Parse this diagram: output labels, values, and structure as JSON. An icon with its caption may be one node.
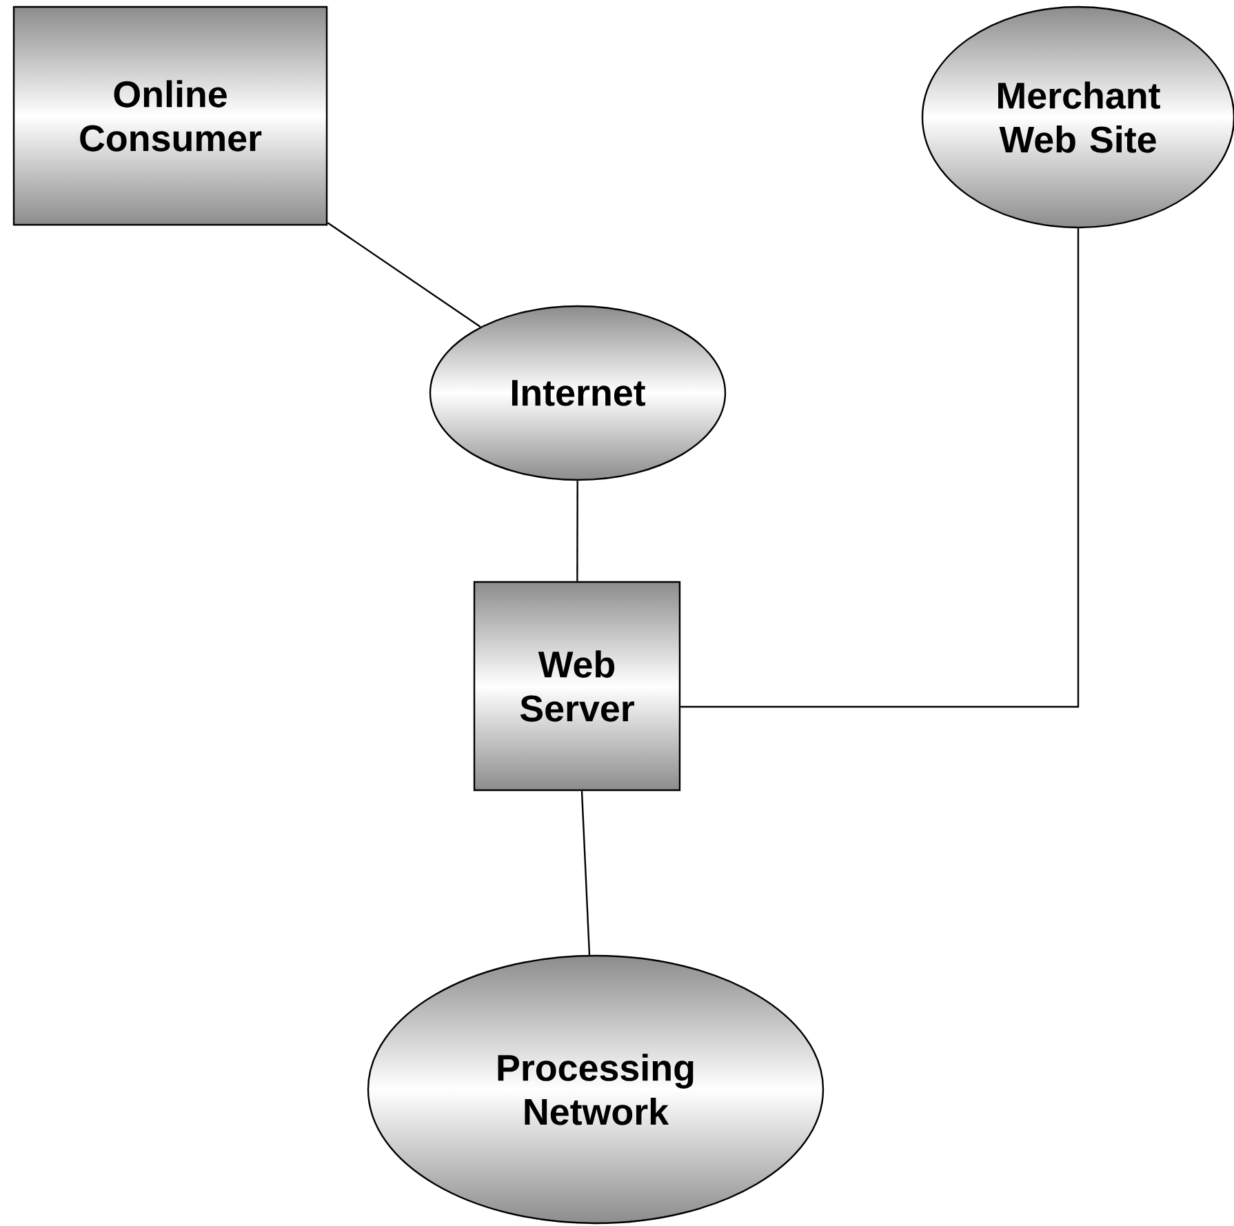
{
  "diagram": {
    "nodes": [
      {
        "text": [
          "Online Consumer"
        ]
      },
      {
        "text": [
          "Merchant Web Site"
        ]
      },
      {
        "text": [
          "Internet"
        ]
      },
      {
        "text": [
          "Web Server"
        ]
      },
      {
        "text": [
          "Processing Network"
        ]
      }
    ],
    "edges": [
      {
        "from": 0,
        "to": 2,
        "arrow": "none"
      },
      {
        "from": 2,
        "to": 3,
        "arrow": "none"
      },
      {
        "from": 3,
        "to": 1,
        "arrow": "none"
      },
      {
        "from": 3,
        "to": 4,
        "arrow": "none"
      }
    ]
  }
}
